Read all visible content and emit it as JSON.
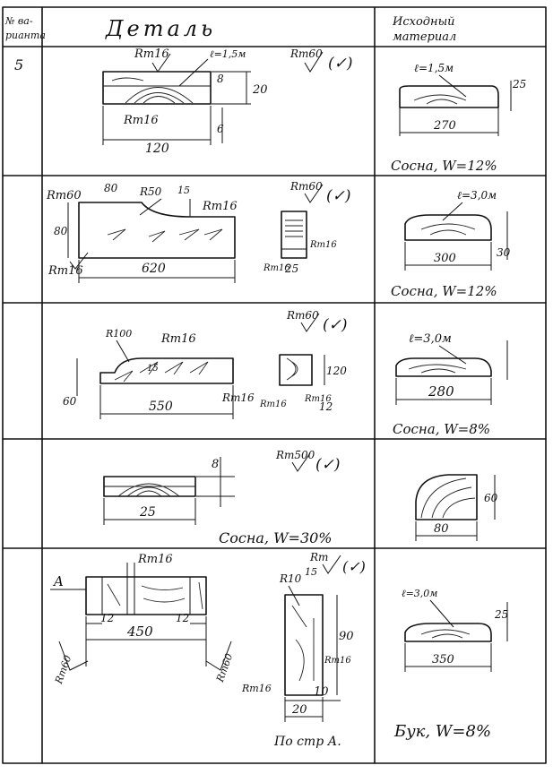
{
  "header": {
    "variant_col": "№ ва-\nрианта",
    "variant_col_line1": "№ ва-",
    "variant_col_line2": "рианта",
    "detail_col": "Деталь",
    "material_col_line1": "Исходный",
    "material_col_line2": "материал"
  },
  "rows": [
    {
      "variant": "5",
      "detail": {
        "roughness_note": "Rm60",
        "roughness_check": "(✓)",
        "rm_top": "Rm16",
        "rm_bottom": "Rm16",
        "length_label": "ℓ=1,5м",
        "dim_length": "120",
        "dim_height": "20",
        "dim_top": "8",
        "dim_bottom": "6"
      },
      "material": {
        "length_label": "ℓ=1,5м",
        "dim_width": "270",
        "dim_height": "25",
        "spec": "Сосна, W=12%"
      }
    },
    {
      "detail": {
        "roughness_note": "Rm60",
        "roughness_check": "(✓)",
        "rm_left": "Rm60",
        "rm_right": "Rm16",
        "rm_bottom": "Rm16",
        "radius": "R50",
        "dim_step": "80",
        "dim_notch": "15",
        "dim_height": "80",
        "dim_length": "620",
        "section_width": "25",
        "section_rm_left": "Rm16",
        "section_rm_right": "Rm16"
      },
      "material": {
        "length_label": "ℓ=3,0м",
        "dim_width": "300",
        "dim_height": "30",
        "spec": "Сосна, W=12%"
      }
    },
    {
      "detail": {
        "roughness_note": "Rm60",
        "roughness_check": "(✓)",
        "rm_top": "Rm16",
        "rm_right": "Rm16",
        "radius": "R100",
        "dim_offset": "15",
        "dim_height": "60",
        "dim_length": "550",
        "section_height": "120",
        "section_width": "12",
        "section_rm_left": "Rm16",
        "section_rm_right": "Rm16"
      },
      "material": {
        "length_label": "ℓ=3,0м",
        "dim_width": "280",
        "spec": "Сосна, W=8%"
      }
    },
    {
      "detail": {
        "roughness_note": "Rm500",
        "roughness_check": "(✓)",
        "dim_thickness": "8",
        "dim_length": "25",
        "spec": "Сосна, W=30%"
      },
      "material": {
        "dim_width": "80",
        "dim_height": "60"
      }
    },
    {
      "detail": {
        "roughness_note": "Rm",
        "roughness_check": "(✓)",
        "view_marker": "A",
        "rm_top": "Rm16",
        "rm_left": "Rm60",
        "rm_right": "Rm60",
        "dim_left": "12",
        "dim_right": "12",
        "dim_length": "450",
        "radius": "R10",
        "dim_notch": "15",
        "section_height": "90",
        "section_rm_left": "Rm16",
        "section_rm_right": "Rm16",
        "dim_inner": "10",
        "dim_base": "20",
        "view_caption": "По стр А."
      },
      "material": {
        "length_label": "ℓ=3,0м",
        "dim_width": "350",
        "dim_height": "25",
        "spec": "Бук, W=8%"
      }
    }
  ]
}
